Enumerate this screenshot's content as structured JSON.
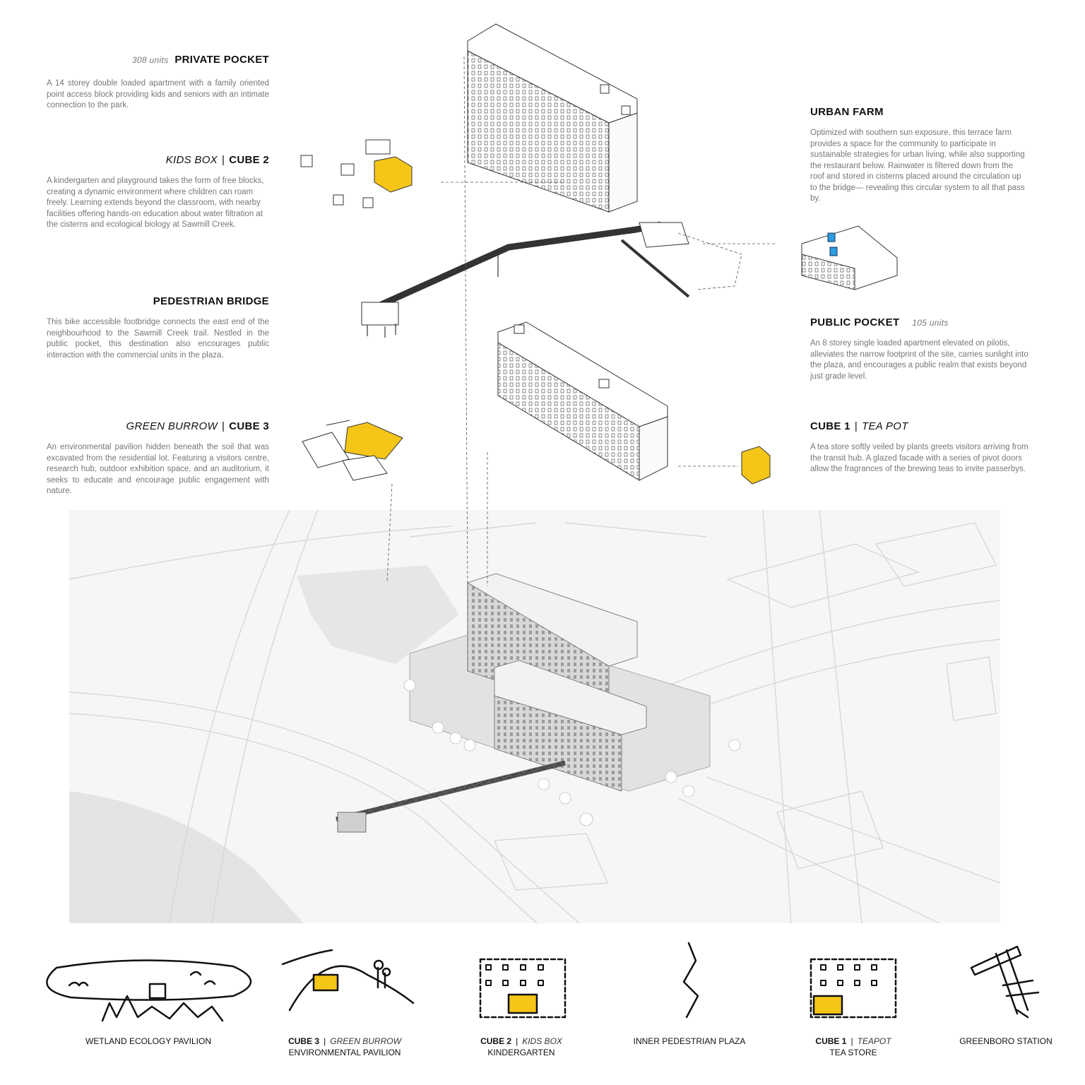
{
  "colors": {
    "accent_yellow": "#f5c518",
    "cistern_blue": "#2d9be0",
    "line": "#333333",
    "ground": "#e9e9e9"
  },
  "left": {
    "private_pocket": {
      "units": "308 units",
      "title": "PRIVATE POCKET",
      "text": "A 14 storey double loaded apartment with a family oriented point access block providing kids and seniors with an intimate connection to the park."
    },
    "kids_box": {
      "name": "KIDS BOX",
      "sep": "|",
      "cube": "CUBE 2",
      "text": "A kindergarten and playground takes the form of free blocks, creating a dynamic environment where children can roam freely. Learning extends beyond the classroom, with nearby facilities offering hands-on education about water filtration at the cisterns and ecological biology at Sawmill Creek."
    },
    "pedestrian_bridge": {
      "title": "PEDESTRIAN BRIDGE",
      "text": "This bike accessible footbridge connects the east end of the neighbourhood to the Sawmill Creek trail. Nestled in the public pocket, this destination also encourages public interaction with the commercial units in the plaza."
    },
    "green_burrow": {
      "name": "GREEN BURROW",
      "sep": "|",
      "cube": "CUBE 3",
      "text": "An environmental pavilion hidden beneath the soil that was excavated from the residential lot. Featuring a visitors centre, research hub, outdoor exhibition space, and an auditorium, it seeks to educate and encourage public engagement with nature."
    }
  },
  "right": {
    "urban_farm": {
      "title": "URBAN FARM",
      "text": "Optimized with southern sun exposure, this terrace farm provides a space for the community to participate in sustainable strategies for urban living, while also supporting the restaurant below. Rainwater is filtered down from the roof and stored in cisterns placed around the circulation up to the bridge— revealing this circular system to all that pass by."
    },
    "public_pocket": {
      "title": "PUBLIC POCKET",
      "units": "105 units",
      "text": "An 8 storey single loaded apartment elevated on pilotis, alleviates the narrow footprint of the site, carries sunlight into the plaza, and encourages a public realm that exists beyond just grade level."
    },
    "cube1": {
      "cube": "CUBE 1",
      "sep": "|",
      "name": "TEA POT",
      "text": "A tea store softly veiled by plants greets visitors arriving from the transit hub. A glazed facade with a series of pivot doors allow the fragrances of the brewing teas to invite passerbys."
    }
  },
  "captions": [
    {
      "line1": "WETLAND ECOLOGY PAVILION"
    },
    {
      "bold": "CUBE 3",
      "sep": "|",
      "italic": "GREEN BURROW",
      "line2": "ENVIRONMENTAL PAVILION"
    },
    {
      "bold": "CUBE 2",
      "sep": "|",
      "italic": "KIDS BOX",
      "line2": "KINDERGARTEN"
    },
    {
      "line1": "INNER PEDESTRIAN PLAZA"
    },
    {
      "bold": "CUBE 1",
      "sep": "|",
      "italic": "TEAPOT",
      "line2": "TEA STORE"
    },
    {
      "line1": "GREENBORO STATION"
    }
  ]
}
